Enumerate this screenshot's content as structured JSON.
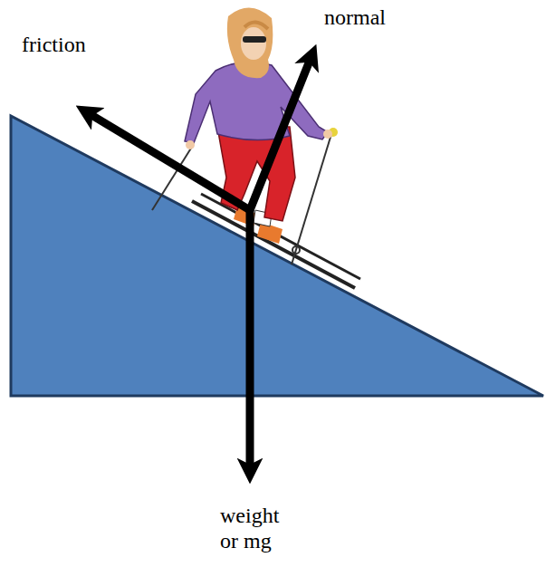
{
  "diagram": {
    "labels": [
      "friction",
      "normal",
      "weight or mg"
    ]
  }
}
